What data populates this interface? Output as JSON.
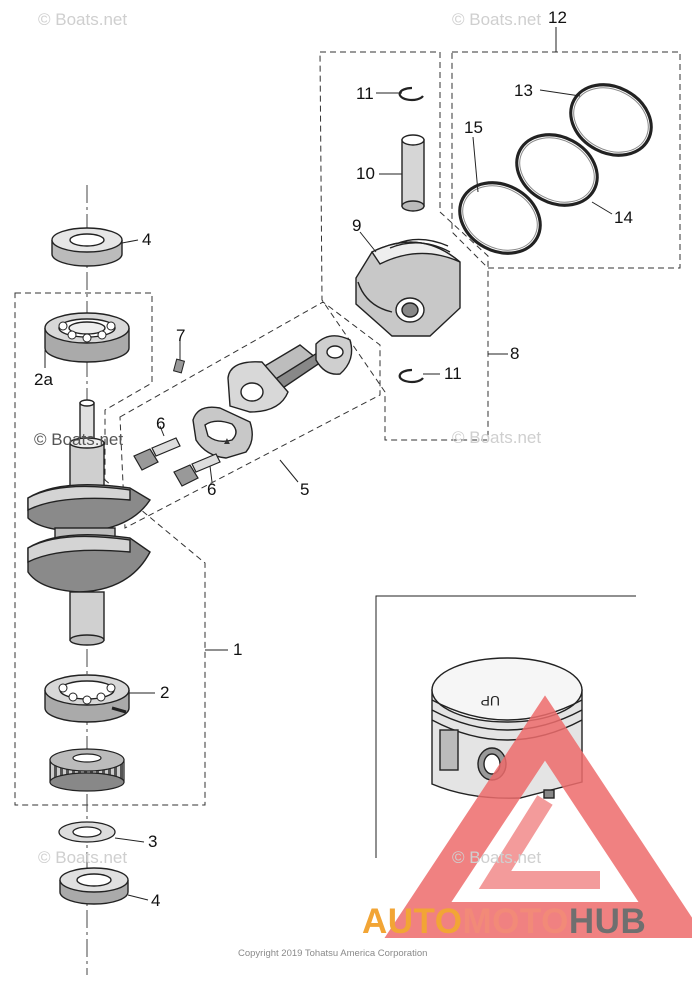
{
  "watermark": "© Boats.net",
  "copyright": "Copyright 2019 Tohatsu America Corporation",
  "brand": {
    "part1": "AUTO",
    "part2": "MOTO",
    "part3": "HUB",
    "colors": [
      "#f2a535",
      "#f28a78",
      "#6f6f6f"
    ]
  },
  "inset_text": "UP",
  "labels": {
    "p12": "12",
    "p13": "13",
    "p11a": "11",
    "p15": "15",
    "p10": "10",
    "p14": "14",
    "p9": "9",
    "p4a": "4",
    "p7": "7",
    "p8": "8",
    "p11b": "11",
    "p2a": "2a",
    "p6a": "6",
    "p6b": "6",
    "p5": "5",
    "p1": "1",
    "p2": "2",
    "p3": "3",
    "p4b": "4"
  }
}
